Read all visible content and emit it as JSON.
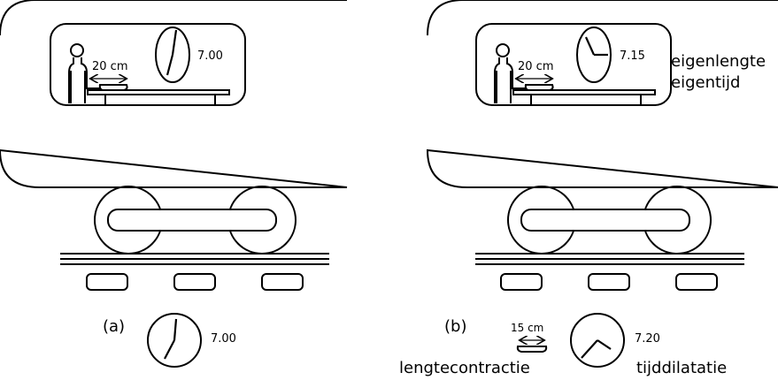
{
  "panel_a": {
    "desk_distance": "20 cm",
    "wall_clock_time": "7.00",
    "panel_label": "(a)",
    "ground_clock_time": "7.00"
  },
  "panel_b": {
    "desk_distance": "20 cm",
    "wall_clock_time": "7.15",
    "proper_length_label": "eigenlengte",
    "proper_time_label": "eigentijd",
    "panel_label": "(b)",
    "ground_distance": "15 cm",
    "ground_clock_time": "7.20",
    "length_contraction_label": "lengtecontractie",
    "time_dilation_label": "tijddilatatie"
  }
}
